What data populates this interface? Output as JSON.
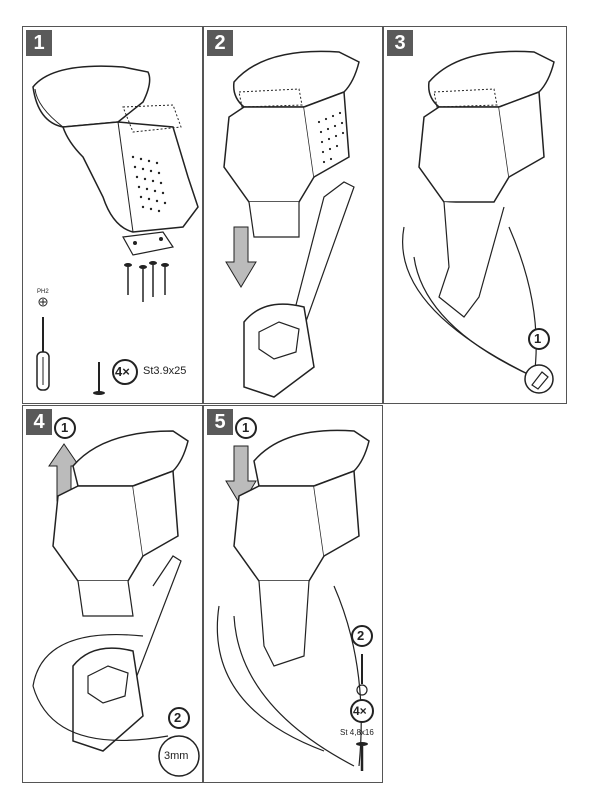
{
  "steps": [
    {
      "number": "1"
    },
    {
      "number": "2"
    },
    {
      "number": "3"
    },
    {
      "number": "4"
    },
    {
      "number": "5"
    }
  ],
  "step1": {
    "screwdriver_tip": "PH2",
    "qty_label": "4×",
    "screw_spec": "St3.9x25"
  },
  "step3": {
    "callout_1": "1"
  },
  "step4": {
    "callout_1": "1",
    "callout_2": "2",
    "drill_size": "3mm"
  },
  "step5": {
    "callout_1": "1",
    "callout_2": "2",
    "qty_label": "4×",
    "screw_spec": "St 4,8x16"
  },
  "colors": {
    "badge": "#5a5a5a",
    "line": "#222222",
    "panel_border": "#555555"
  }
}
